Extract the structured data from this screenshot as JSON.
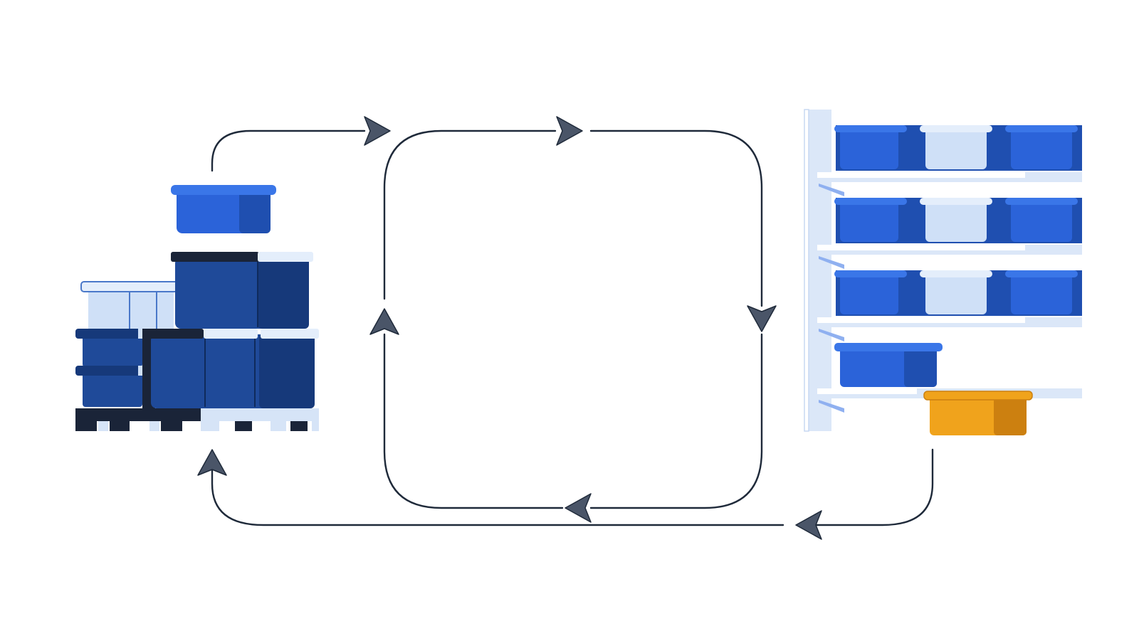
{
  "diagram": {
    "background": "#ffffff",
    "colors": {
      "line": "#1f2a3a",
      "arrowhead": "#4a5568",
      "bin_blue": "#2b63d9",
      "bin_blue_shade": "#1f4fb0",
      "bin_blue_rim": "#3a76e8",
      "bin_navy": "#1f4a99",
      "bin_navy_dark": "#16397a",
      "bin_light": "#cfe0f7",
      "bin_light_rim": "#e4eefb",
      "bin_orange": "#f0a31c",
      "bin_orange_shade": "#cc8010",
      "pallet_dark": "#1a2438",
      "pallet_light": "#d6e4f7",
      "shelf_light": "#dbe7f8",
      "shelf_accent": "#8fb0f0"
    },
    "nodes": [
      {
        "name": "pallet-stack",
        "icon": "stacked-bins-on-pallet-icon"
      },
      {
        "name": "storage-shelf",
        "icon": "shelving-with-bins-icon"
      }
    ],
    "cycles": [
      {
        "name": "inner-loop",
        "direction": "clockwise"
      },
      {
        "name": "outer-loop",
        "direction": "clockwise"
      }
    ]
  }
}
